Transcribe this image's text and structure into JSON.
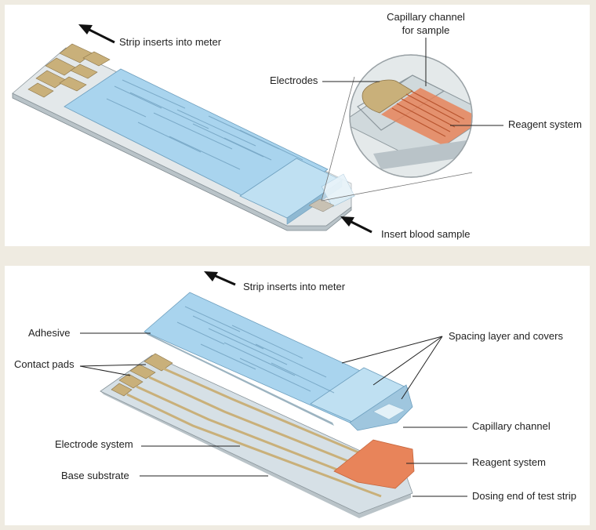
{
  "top_panel": {
    "labels": {
      "strip_inserts": "Strip inserts into meter",
      "capillary_line1": "Capillary channel",
      "capillary_line2": "for sample",
      "electrodes": "Electrodes",
      "reagent": "Reagent system",
      "insert_blood": "Insert blood sample"
    }
  },
  "bottom_panel": {
    "labels": {
      "strip_inserts": "Strip inserts into meter",
      "adhesive": "Adhesive",
      "contact_pads": "Contact pads",
      "spacing": "Spacing layer and covers",
      "capillary_channel": "Capillary channel",
      "electrode_system": "Electrode system",
      "reagent": "Reagent system",
      "base_substrate": "Base substrate",
      "dosing_end": "Dosing end of test strip"
    }
  },
  "colors": {
    "background": "#efebe1",
    "panel": "#ffffff",
    "strip_blue": "#a9d4ee",
    "pad_tan": "#c9b07a",
    "reagent_orange": "#e8845a",
    "base_gray": "#d6e0e6"
  }
}
